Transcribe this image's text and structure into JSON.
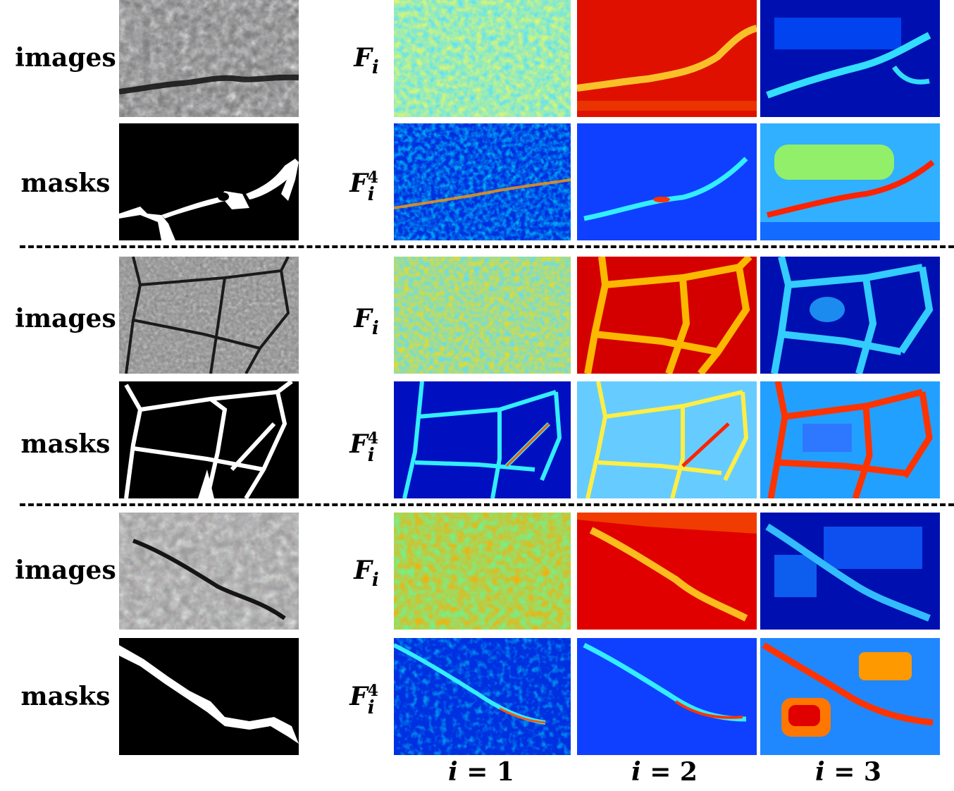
{
  "row_labels": {
    "images": "images",
    "masks": "masks"
  },
  "feature_labels": {
    "F_base": "F",
    "F_sub": "i",
    "F4_sup": "4"
  },
  "column_labels": [
    {
      "var": "i",
      "eq": " = ",
      "num": "1"
    },
    {
      "var": "i",
      "eq": " = ",
      "num": "2"
    },
    {
      "var": "i",
      "eq": " = ",
      "num": "3"
    }
  ],
  "colors": {
    "jet_dark_blue": "#00008f",
    "jet_blue": "#0050ff",
    "jet_cyan": "#00ffff",
    "jet_yellow": "#ffff00",
    "jet_red": "#ff0000",
    "jet_dark_red": "#8f0000",
    "asphalt": "#8a8a8a",
    "mask_bg": "#000000",
    "mask_crack": "#ffffff"
  }
}
